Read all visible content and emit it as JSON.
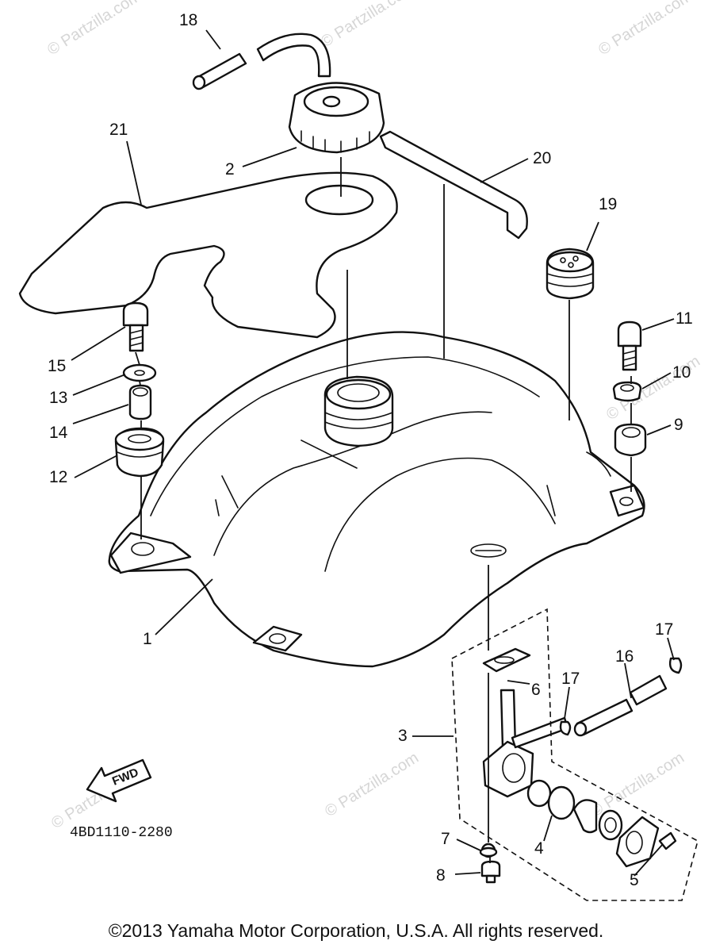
{
  "watermark": "© Partzilla.com",
  "diagram_code": "4BD1110-2280",
  "direction_label": "FWD",
  "copyright": "©2013 Yamaha Motor Corporation, U.S.A. All rights reserved.",
  "callouts": {
    "c1": "1",
    "c2": "2",
    "c3": "3",
    "c4": "4",
    "c5": "5",
    "c6": "6",
    "c7": "7",
    "c8": "8",
    "c9": "9",
    "c10": "10",
    "c11": "11",
    "c12": "12",
    "c13": "13",
    "c14": "14",
    "c15": "15",
    "c16": "16",
    "c17a": "17",
    "c17b": "17",
    "c18": "18",
    "c19": "19",
    "c20": "20",
    "c21": "21"
  },
  "colors": {
    "line": "#111111",
    "watermark": "#d6d6d6",
    "background": "#ffffff"
  }
}
